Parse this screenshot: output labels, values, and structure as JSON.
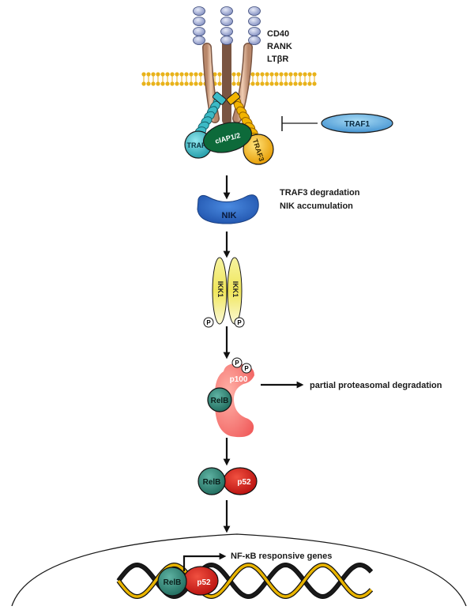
{
  "receptors": [
    "CD40",
    "RANK",
    "LTβR"
  ],
  "proteins": {
    "traf1": "TRAF1",
    "traf2": "TRAF2",
    "ciap": "cIAP1/2",
    "traf3": "TRAF3",
    "nik": "NIK",
    "ikk1": "IKK1",
    "phospho": "P",
    "p100": "p100",
    "relb": "RelB",
    "p52": "p52"
  },
  "annotations": {
    "traf3_degradation": "TRAF3 degradation",
    "nik_accumulation": "NIK accumulation",
    "proteasomal": "partial proteasomal degradation",
    "responsive_genes": "NF-κB responsive genes"
  },
  "colors": {
    "membrane": "#e8b21a",
    "receptor": "#d9a989",
    "receptor_bead": "#9aa6cf",
    "traf2": "#3cbac6",
    "ciap": "#0d6a3a",
    "traf3": "#f2b400",
    "traf1": "#5aa9d9",
    "nik": "#2b66c2",
    "ikk1": "#f3ef8a",
    "p100": "#f26b6b",
    "relb": "#2f8a7a",
    "p52": "#d42420",
    "dna_yellow": "#e9b400"
  }
}
